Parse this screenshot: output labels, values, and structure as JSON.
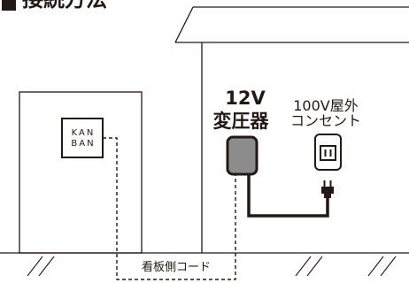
{
  "title": "接続方法",
  "kanban": {
    "line1": "KAN",
    "line2": "BAN"
  },
  "transformer": {
    "voltage": "12V",
    "label": "変圧器",
    "icon": "transformer-icon"
  },
  "outlet": {
    "voltage_label": "100V屋外",
    "label": "コンセント",
    "icon": "outlet-icon"
  },
  "plug": {
    "icon": "plug-icon"
  },
  "cord": {
    "label": "看板側コード"
  },
  "colors": {
    "line": "#231815",
    "transformer_fill": "#8c8c8c",
    "background": "#ffffff"
  }
}
